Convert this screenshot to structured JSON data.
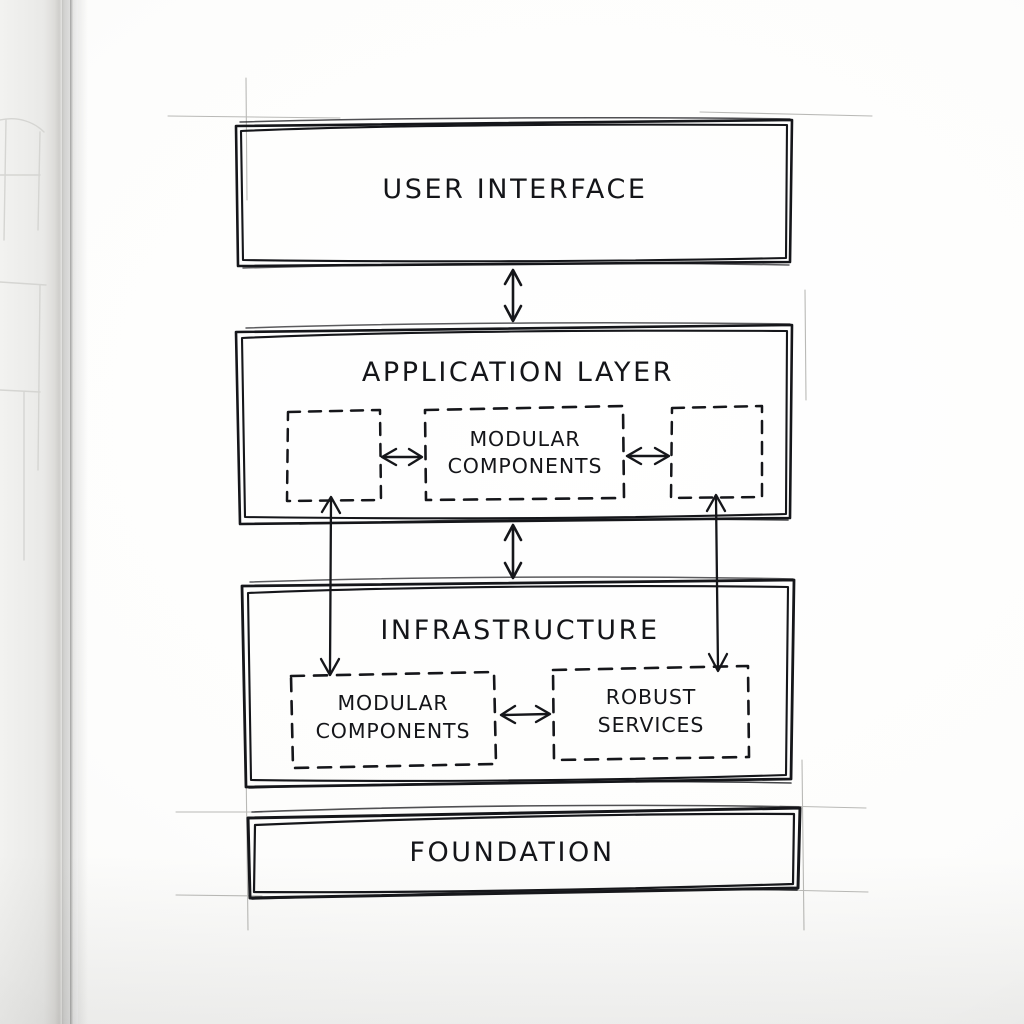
{
  "medium": "hand-drawn pencil and ink sketch on notebook paper",
  "title": "Layered software architecture sketch",
  "palette": {
    "ink": "#15161a",
    "pencil_guide": "#b9b9b6",
    "paper": "#fbfbfa",
    "gutter_shadow": "#cfcecb"
  },
  "diagram": {
    "type": "layered-architecture",
    "layers": [
      {
        "id": "user-interface",
        "label": "USER INTERFACE",
        "style": "solid",
        "children": []
      },
      {
        "id": "application-layer",
        "label": "APPLICATION LAYER",
        "style": "solid",
        "children": [
          {
            "id": "app-left-slot",
            "label": "",
            "style": "dashed"
          },
          {
            "id": "app-modular",
            "label": "MODULAR COMPONENTS",
            "style": "dashed",
            "lines": [
              "MODULAR",
              "COMPONENTS"
            ]
          },
          {
            "id": "app-right-slot",
            "label": "",
            "style": "dashed"
          }
        ]
      },
      {
        "id": "infrastructure",
        "label": "INFRASTRUCTURE",
        "style": "solid",
        "children": [
          {
            "id": "infra-modular",
            "label": "MODULAR COMPONENTS",
            "style": "dashed",
            "lines": [
              "MODULAR",
              "COMPONENTS"
            ]
          },
          {
            "id": "infra-robust",
            "label": "ROBUST SERVICES",
            "style": "dashed",
            "lines": [
              "ROBUST",
              "SERVICES"
            ]
          }
        ]
      },
      {
        "id": "foundation",
        "label": "FOUNDATION",
        "style": "solid",
        "children": []
      }
    ],
    "connectors": [
      {
        "id": "ui-to-app",
        "from": "user-interface",
        "to": "application-layer",
        "orientation": "vertical",
        "heads": "both"
      },
      {
        "id": "app-to-infra",
        "from": "application-layer",
        "to": "infrastructure",
        "orientation": "vertical",
        "heads": "both"
      },
      {
        "id": "app-left-to-modular",
        "from": "app-left-slot",
        "to": "app-modular",
        "orientation": "horizontal",
        "heads": "both"
      },
      {
        "id": "app-modular-to-right",
        "from": "app-modular",
        "to": "app-right-slot",
        "orientation": "horizontal",
        "heads": "both"
      },
      {
        "id": "infra-modular-to-robust",
        "from": "infra-modular",
        "to": "infra-robust",
        "orientation": "horizontal",
        "heads": "both"
      },
      {
        "id": "app-left-to-infra-modular",
        "from": "app-left-slot",
        "to": "infra-modular",
        "orientation": "vertical",
        "heads": "both"
      },
      {
        "id": "app-right-to-infra-robust",
        "from": "app-right-slot",
        "to": "infra-robust",
        "orientation": "vertical",
        "heads": "both"
      }
    ]
  }
}
